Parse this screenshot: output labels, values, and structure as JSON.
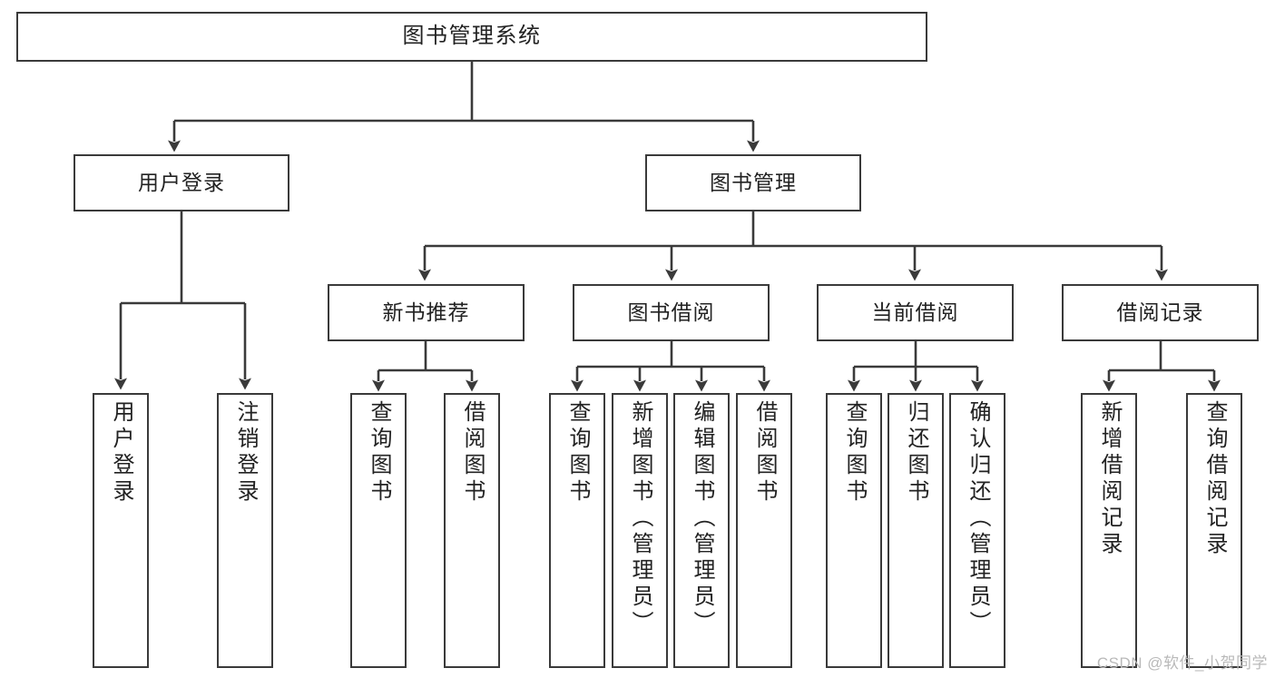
{
  "diagram": {
    "type": "tree-hierarchy",
    "title": "图书管理系统",
    "watermark": "CSDN @软件_小贺同学",
    "colors": {
      "stroke": "#3a3a3a",
      "fill": "#ffffff",
      "text": "#222222",
      "watermark": "#b9b9b9"
    },
    "nodes": {
      "root": {
        "label": "图书管理系统"
      },
      "level2": [
        {
          "id": "user-login",
          "label": "用户登录"
        },
        {
          "id": "book-manage",
          "label": "图书管理"
        }
      ],
      "level3": [
        {
          "id": "new-book-recommend",
          "label": "新书推荐"
        },
        {
          "id": "book-borrow",
          "label": "图书借阅"
        },
        {
          "id": "current-borrow",
          "label": "当前借阅"
        },
        {
          "id": "borrow-record",
          "label": "借阅记录"
        }
      ],
      "leaves": [
        {
          "id": "leaf-user-login",
          "label": "用户登录",
          "parent": "user-login"
        },
        {
          "id": "leaf-logout-login",
          "label": "注销登录",
          "parent": "user-login"
        },
        {
          "id": "leaf-query-book-1",
          "label": "查询图书",
          "parent": "new-book-recommend"
        },
        {
          "id": "leaf-borrow-book-1",
          "label": "借阅图书",
          "parent": "new-book-recommend"
        },
        {
          "id": "leaf-query-book-2",
          "label": "查询图书",
          "parent": "book-borrow"
        },
        {
          "id": "leaf-add-book",
          "label": "新增图书（管理员）",
          "parent": "book-borrow"
        },
        {
          "id": "leaf-edit-book",
          "label": "编辑图书（管理员）",
          "parent": "book-borrow"
        },
        {
          "id": "leaf-borrow-book-2",
          "label": "借阅图书",
          "parent": "book-borrow"
        },
        {
          "id": "leaf-query-book-3",
          "label": "查询图书",
          "parent": "current-borrow"
        },
        {
          "id": "leaf-return-book",
          "label": "归还图书",
          "parent": "current-borrow"
        },
        {
          "id": "leaf-confirm-return",
          "label": "确认归还（管理员）",
          "parent": "current-borrow"
        },
        {
          "id": "leaf-add-record",
          "label": "新增借阅记录",
          "parent": "borrow-record"
        },
        {
          "id": "leaf-query-record",
          "label": "查询借阅记录",
          "parent": "borrow-record"
        }
      ]
    }
  }
}
